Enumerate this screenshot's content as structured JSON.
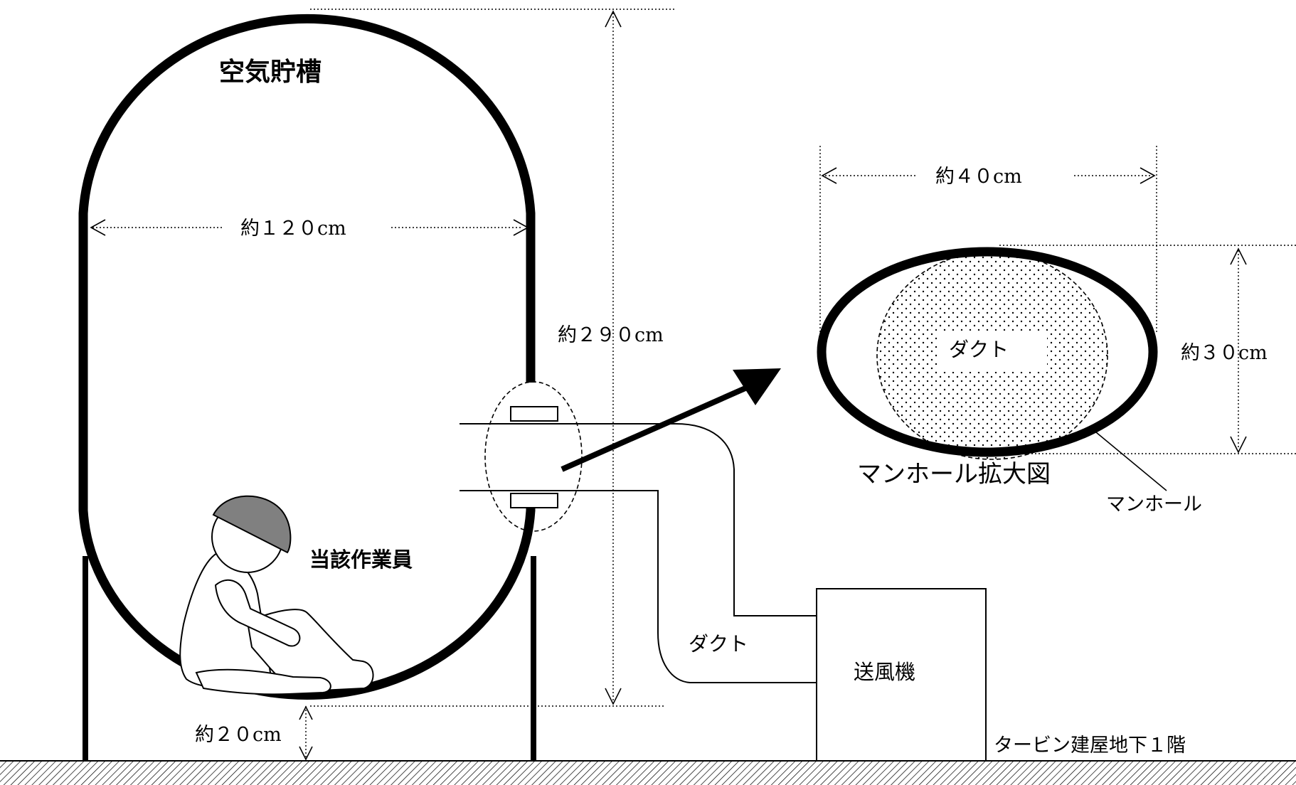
{
  "diagram": {
    "tank_label": "空気貯槽",
    "worker_label": "当該作業員",
    "tank_width": "約１２０cm",
    "tank_height": "約２９０cm",
    "tank_clearance": "約２０cm",
    "duct_label": "ダクト",
    "fan_label": "送風機",
    "floor_label": "タービン建屋地下１階",
    "manhole_width": "約４０cm",
    "manhole_height": "約３０cm",
    "manhole_duct_label": "ダクト",
    "manhole_title": "マンホール拡大図",
    "manhole_label": "マンホール"
  },
  "colors": {
    "line": "#000000",
    "helmet": "#808080",
    "background": "#ffffff"
  }
}
